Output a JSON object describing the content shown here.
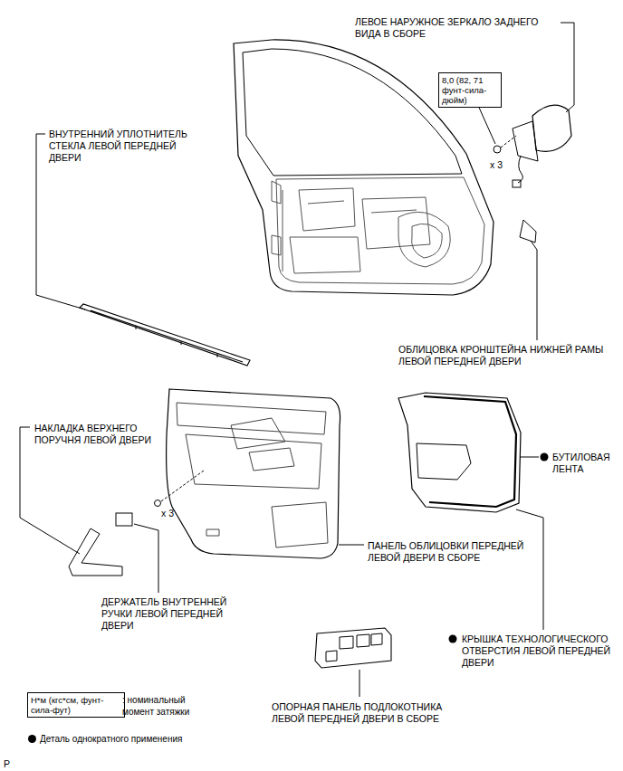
{
  "diagram": {
    "nodes": [
      {
        "text": [
          "8,0 (82, 71 фунт-сила-дюйм)"
        ]
      },
      {
        "text": [
          "Н*м (кгс*см, фунт-сила-фут)"
        ]
      }
    ],
    "labels": [
      "ЛЕВОЕ НАРУЖНОЕ ЗЕРКАЛО ЗАДНЕГО ВИДА В СБОРЕ",
      "x 3",
      "ВНУТРЕННИЙ УПЛОТНИТЕЛЬ СТЕКЛА ЛЕВОЙ ПЕРЕДНЕЙ ДВЕРИ",
      "ОБЛИЦОВКА КРОНШТЕЙНА НИЖНЕЙ РАМЫ ЛЕВОЙ ПЕРЕДНЕЙ ДВЕРИ",
      "НАКЛАДКА ВЕРХНЕГО ПОРУЧНЯ ЛЕВОЙ ДВЕРИ",
      "x 3",
      "БУТИЛОВАЯ ЛЕНТА",
      "ДЕРЖАТЕЛЬ ВНУТРЕННЕЙ РУЧКИ ЛЕВОЙ ПЕРЕДНЕЙ ДВЕРИ",
      "ПАНЕЛЬ ОБЛИЦОВКИ ПЕРЕДНЕЙ ЛЕВОЙ ДВЕРИ В СБОРЕ",
      "КРЫШКА ТЕХНОЛОГИЧЕСКОГО ОТВЕРСТИЯ ЛЕВОЙ ПЕРЕДНЕЙ ДВЕРИ",
      "ОПОРНАЯ ПАНЕЛЬ ПОДЛОКОТНИКА ЛЕВОЙ ПЕРЕДНЕЙ ДВЕРИ В СБОРЕ",
      "P"
    ],
    "legend": [
      {
        "text": ": номинальный момент затяжки"
      },
      {
        "text": "Деталь однократного применения",
        "color": "#000000"
      }
    ]
  }
}
